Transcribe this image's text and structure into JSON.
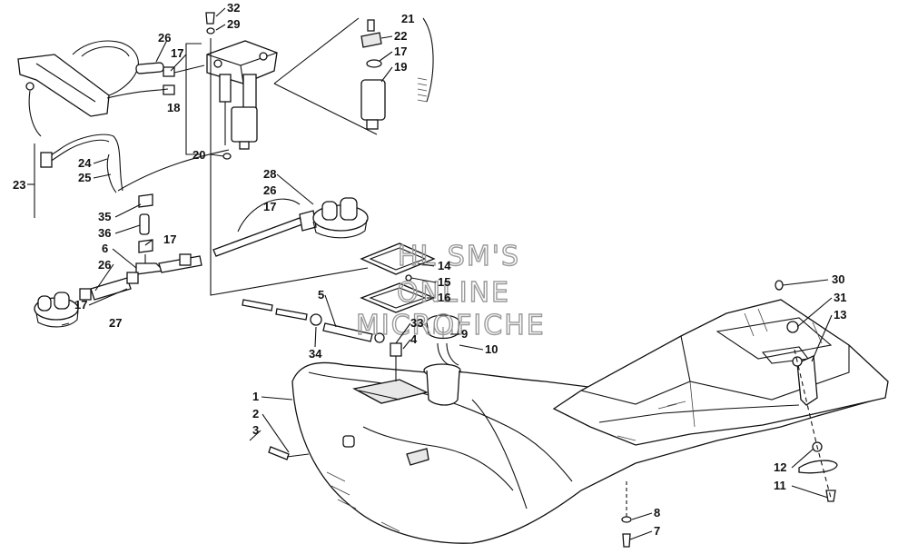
{
  "watermark": {
    "line1": "HL SM'S",
    "line2": "ONLINE",
    "line3": "MICROFICHE"
  },
  "callouts": [
    {
      "id": "c32",
      "label": "32"
    },
    {
      "id": "c29",
      "label": "29"
    },
    {
      "id": "c26a",
      "label": "26"
    },
    {
      "id": "c17a",
      "label": "17"
    },
    {
      "id": "c18",
      "label": "18"
    },
    {
      "id": "c20",
      "label": "20"
    },
    {
      "id": "c21",
      "label": "21"
    },
    {
      "id": "c22",
      "label": "22"
    },
    {
      "id": "c17b",
      "label": "17"
    },
    {
      "id": "c19",
      "label": "19"
    },
    {
      "id": "c23",
      "label": "23"
    },
    {
      "id": "c24",
      "label": "24"
    },
    {
      "id": "c25",
      "label": "25"
    },
    {
      "id": "c28",
      "label": "28"
    },
    {
      "id": "c26b",
      "label": "26"
    },
    {
      "id": "c17c",
      "label": "17"
    },
    {
      "id": "c35",
      "label": "35"
    },
    {
      "id": "c36",
      "label": "36"
    },
    {
      "id": "c6",
      "label": "6"
    },
    {
      "id": "c17d",
      "label": "17"
    },
    {
      "id": "c26c",
      "label": "26"
    },
    {
      "id": "c17e",
      "label": "17"
    },
    {
      "id": "c27",
      "label": "27"
    },
    {
      "id": "c14",
      "label": "14"
    },
    {
      "id": "c15",
      "label": "15"
    },
    {
      "id": "c16",
      "label": "16"
    },
    {
      "id": "c5",
      "label": "5"
    },
    {
      "id": "c33",
      "label": "33"
    },
    {
      "id": "c9",
      "label": "9"
    },
    {
      "id": "c4",
      "label": "4"
    },
    {
      "id": "c10",
      "label": "10"
    },
    {
      "id": "c34",
      "label": "34"
    },
    {
      "id": "c30",
      "label": "30"
    },
    {
      "id": "c31",
      "label": "31"
    },
    {
      "id": "c13",
      "label": "13"
    },
    {
      "id": "c1",
      "label": "1"
    },
    {
      "id": "c2",
      "label": "2"
    },
    {
      "id": "c3",
      "label": "3"
    },
    {
      "id": "c12",
      "label": "12"
    },
    {
      "id": "c11",
      "label": "11"
    },
    {
      "id": "c8",
      "label": "8"
    },
    {
      "id": "c7",
      "label": "7"
    }
  ]
}
